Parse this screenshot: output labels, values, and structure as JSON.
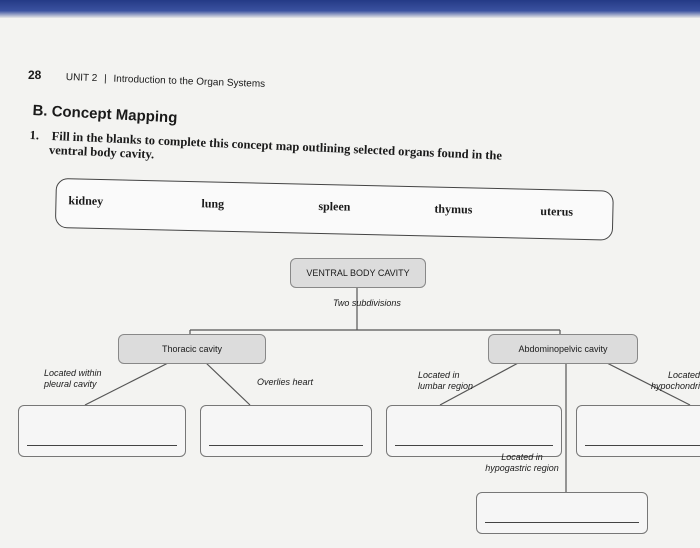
{
  "header": {
    "page_number": "28",
    "unit": "UNIT 2",
    "separator": "|",
    "unit_title": "Introduction to the Organ Systems"
  },
  "section": {
    "title": "B. Concept Mapping"
  },
  "instructions": {
    "number": "1.",
    "line1": "Fill in the blanks to complete this concept map outlining selected organs found in the",
    "line2": "ventral body cavity."
  },
  "word_bank": [
    "kidney",
    "lung",
    "spleen",
    "thymus",
    "uterus"
  ],
  "concept_map": {
    "root": "VENTRAL BODY CAVITY",
    "root_caption": "Two subdivisions",
    "thoracic": "Thoracic cavity",
    "abdominopelvic": "Abdominopelvic cavity",
    "labels": {
      "pleural": "Located within pleural cavity",
      "pleural_l1": "Located within",
      "pleural_l2": "pleural cavity",
      "heart": "Overlies heart",
      "lumbar_l1": "Located in",
      "lumbar_l2": "lumbar region",
      "hypochondriac_l1": "Located",
      "hypochondriac_l2": "hypochondri",
      "hypogastric_l1": "Located in",
      "hypogastric_l2": "hypogastric region"
    }
  }
}
